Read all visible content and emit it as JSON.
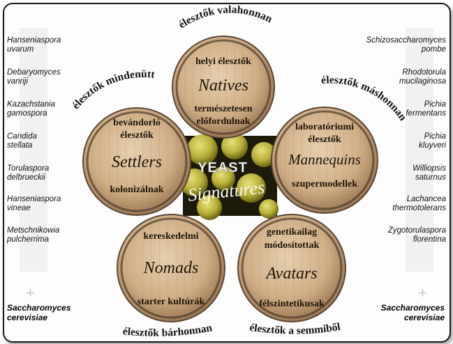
{
  "left_species": [
    {
      "line1": "Hanseniaspora",
      "line2": "uvarum"
    },
    {
      "line1": "Debaryomyces",
      "line2": "vanriji"
    },
    {
      "line1": "Kazachstania",
      "line2": "gamospora"
    },
    {
      "line1": "Candida",
      "line2": "stellata"
    },
    {
      "line1": "Torulaspora",
      "line2": "delbrueckii"
    },
    {
      "line1": "Hanseniaspora",
      "line2": "vineae"
    },
    {
      "line1": "Metschnikowia",
      "line2": "pulcherrima"
    }
  ],
  "right_species": [
    {
      "line1": "Schizosaccharomyces",
      "line2": "pombe"
    },
    {
      "line1": "Rhodotorula",
      "line2": "mucilaginosa"
    },
    {
      "line1": "Pichia",
      "line2": "fermentans"
    },
    {
      "line1": "Pichia",
      "line2": "kluyveri"
    },
    {
      "line1": "Williopsis",
      "line2": "saturnus"
    },
    {
      "line1": "Lachancea",
      "line2": "thermotolerans"
    },
    {
      "line1": "Zygotorulaspora",
      "line2": "florentina"
    }
  ],
  "saccharomyces": {
    "line1": "Saccharomyces",
    "line2": "cerevisiae"
  },
  "plus_symbol": "+",
  "center": {
    "title": "YEAST",
    "signature": "Signatures"
  },
  "barrels": {
    "natives": {
      "top": "helyi élesztők",
      "name": "Natives",
      "bottom1": "természetesen",
      "bottom2": "előfordulnak"
    },
    "mannequins": {
      "top1": "laboratóriumi",
      "top2": "élesztők",
      "name": "Mannequins",
      "bottom": "szupermodellek"
    },
    "settlers": {
      "top1": "bevándorló",
      "top2": "élesztők",
      "name": "Settlers",
      "bottom": "kolonizálnak"
    },
    "nomads": {
      "top": "kereskedelmi",
      "name": "Nomads",
      "bottom": "starter kultúrák"
    },
    "avatars": {
      "top1": "genetikailag",
      "top2": "módosítottak",
      "name": "Avatars",
      "bottom": "félszintetikusak"
    }
  },
  "arc_labels": {
    "top": "élesztők valahonnan",
    "left": "élesztők mindenütt",
    "right": "élesztők máshonnan",
    "bottom_left": "élesztők bárhonnan",
    "bottom_right": "élesztők a semmiből"
  },
  "colors": {
    "wood_light": "#d8b994",
    "wood_dark": "#9c7651",
    "band": "#4a3a2c",
    "yeast": "#b8b23a",
    "text": "#111111"
  }
}
